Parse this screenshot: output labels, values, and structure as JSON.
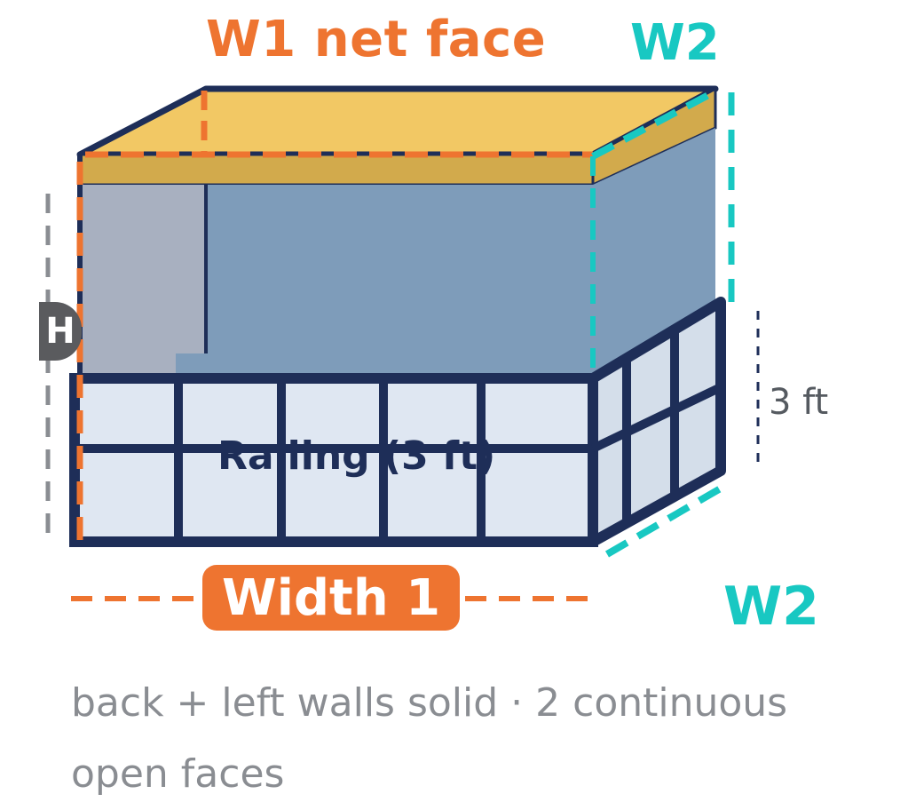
{
  "labels": {
    "w1_net_face": "W1 net face",
    "w2_top": "W2",
    "w2_bottom": "W2",
    "railing": "Railing (3 ft)",
    "three_ft": "3 ft",
    "left_tag": "H",
    "width1": "Width 1",
    "caption": "back + left walls solid · 2 continuous open faces"
  },
  "colors": {
    "orange": "#ee7430",
    "teal": "#18c8c2",
    "navy": "#1e2e58",
    "roof": "#f2c864",
    "roof_front": "#d2aa4c",
    "wall": "#7e9cba",
    "left_panel": "#a8b0c0",
    "glass": "#dfe7f2",
    "glass_side": "#d4deea",
    "gray_text": "#8a8d92"
  }
}
